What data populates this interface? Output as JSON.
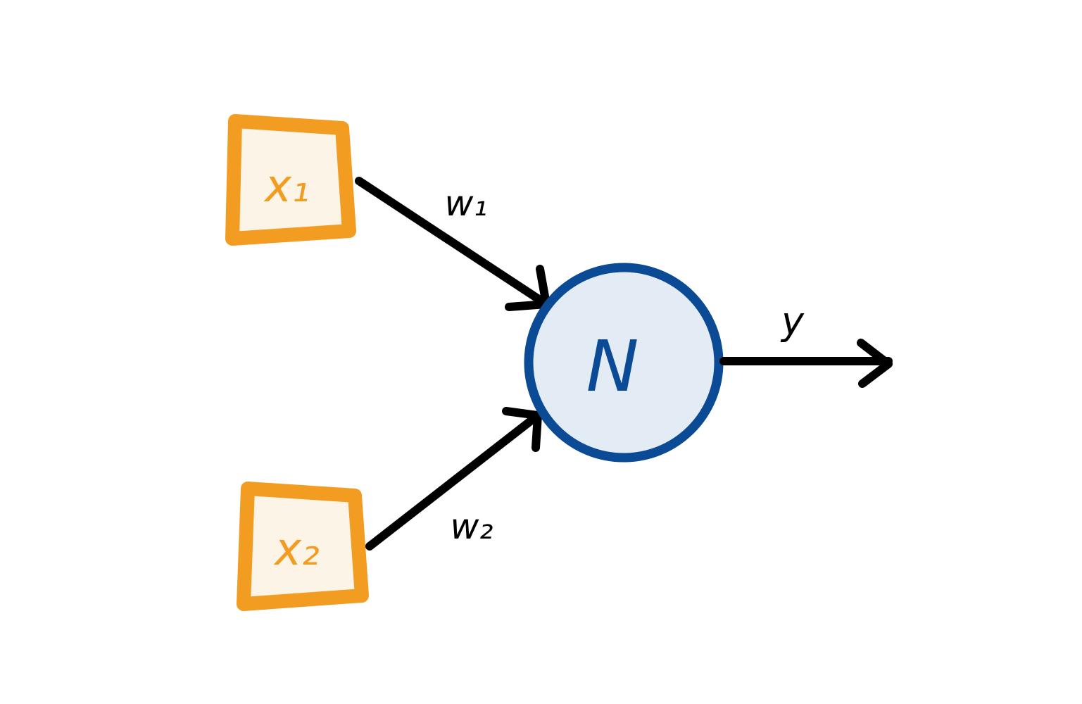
{
  "diagram": {
    "inputs": [
      {
        "label": "x₁",
        "id": "x1"
      },
      {
        "label": "x₂",
        "id": "x2"
      }
    ],
    "weights": [
      {
        "label": "w₁",
        "from": "x1"
      },
      {
        "label": "w₂",
        "from": "x2"
      }
    ],
    "neuron": {
      "label": "N"
    },
    "output": {
      "label": "y"
    },
    "colors": {
      "input_stroke": "#F39C22",
      "input_fill": "#FDF4E8",
      "neuron_stroke": "#0B4A94",
      "neuron_fill": "#E3EBF5",
      "arrow": "#000000",
      "weight_text": "#000000",
      "neuron_text": "#0B4A94",
      "input_text": "#F39C22"
    }
  }
}
